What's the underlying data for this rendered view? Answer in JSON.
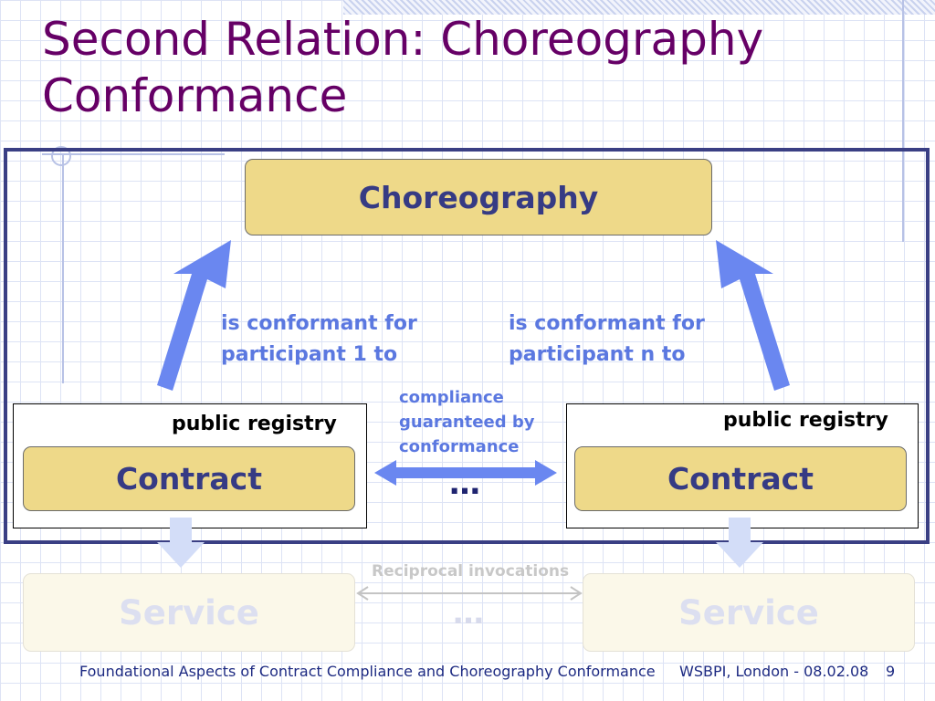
{
  "title": {
    "line1": "Second Relation: Choreography",
    "line2": "Conformance"
  },
  "diagram": {
    "choreography_label": "Choreography",
    "left_conformance": {
      "line1": "is conformant for",
      "line2": "participant 1 to"
    },
    "right_conformance": {
      "line1": "is conformant for",
      "line2": "participant n to"
    },
    "compliance": {
      "line1": "compliance",
      "line2": "guaranteed by",
      "line3": "conformance"
    },
    "left_registry_label": "public registry",
    "right_registry_label": "public registry",
    "left_contract_label": "Contract",
    "right_contract_label": "Contract",
    "contract_ellipsis": "…",
    "reciprocal_label": "Reciprocal invocations",
    "service_ellipsis": "…",
    "left_service_label": "Service",
    "right_service_label": "Service"
  },
  "footer": {
    "caption": "Foundational Aspects of Contract Compliance and Choreography Conformance",
    "venue": "WSBPI, London - 08.02.08",
    "page_number": "9"
  },
  "colors": {
    "title": "#660066",
    "frame": "#3a3f84",
    "box_fill": "#eed989",
    "box_text": "#363b84",
    "arrow": "#6a87f0",
    "conformance_text": "#5b78e0",
    "faded_arrow": "#d3ddf8"
  }
}
